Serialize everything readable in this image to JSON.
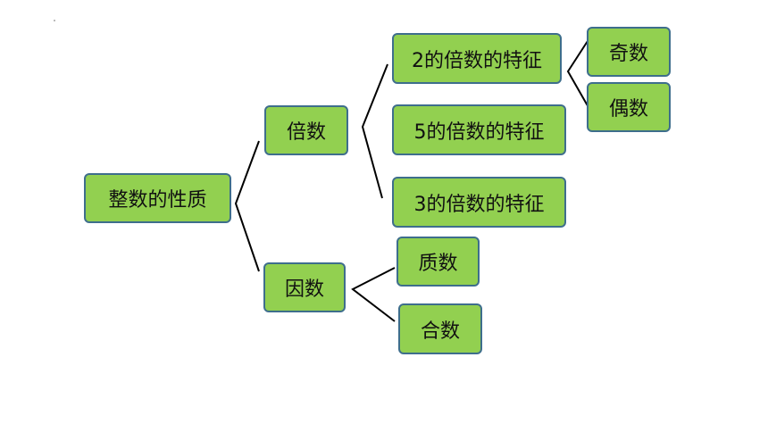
{
  "diagram": {
    "nodes": {
      "root": "整数的性质",
      "multiple": "倍数",
      "factor": "因数",
      "feature2": "2的倍数的特征",
      "feature5": "5的倍数的特征",
      "feature3": "3的倍数的特征",
      "odd": "奇数",
      "even": "偶数",
      "prime": "质数",
      "composite": "合数"
    }
  },
  "colors": {
    "box_fill": "#92d050",
    "box_border": "#3e6e8c",
    "line": "#000000"
  }
}
